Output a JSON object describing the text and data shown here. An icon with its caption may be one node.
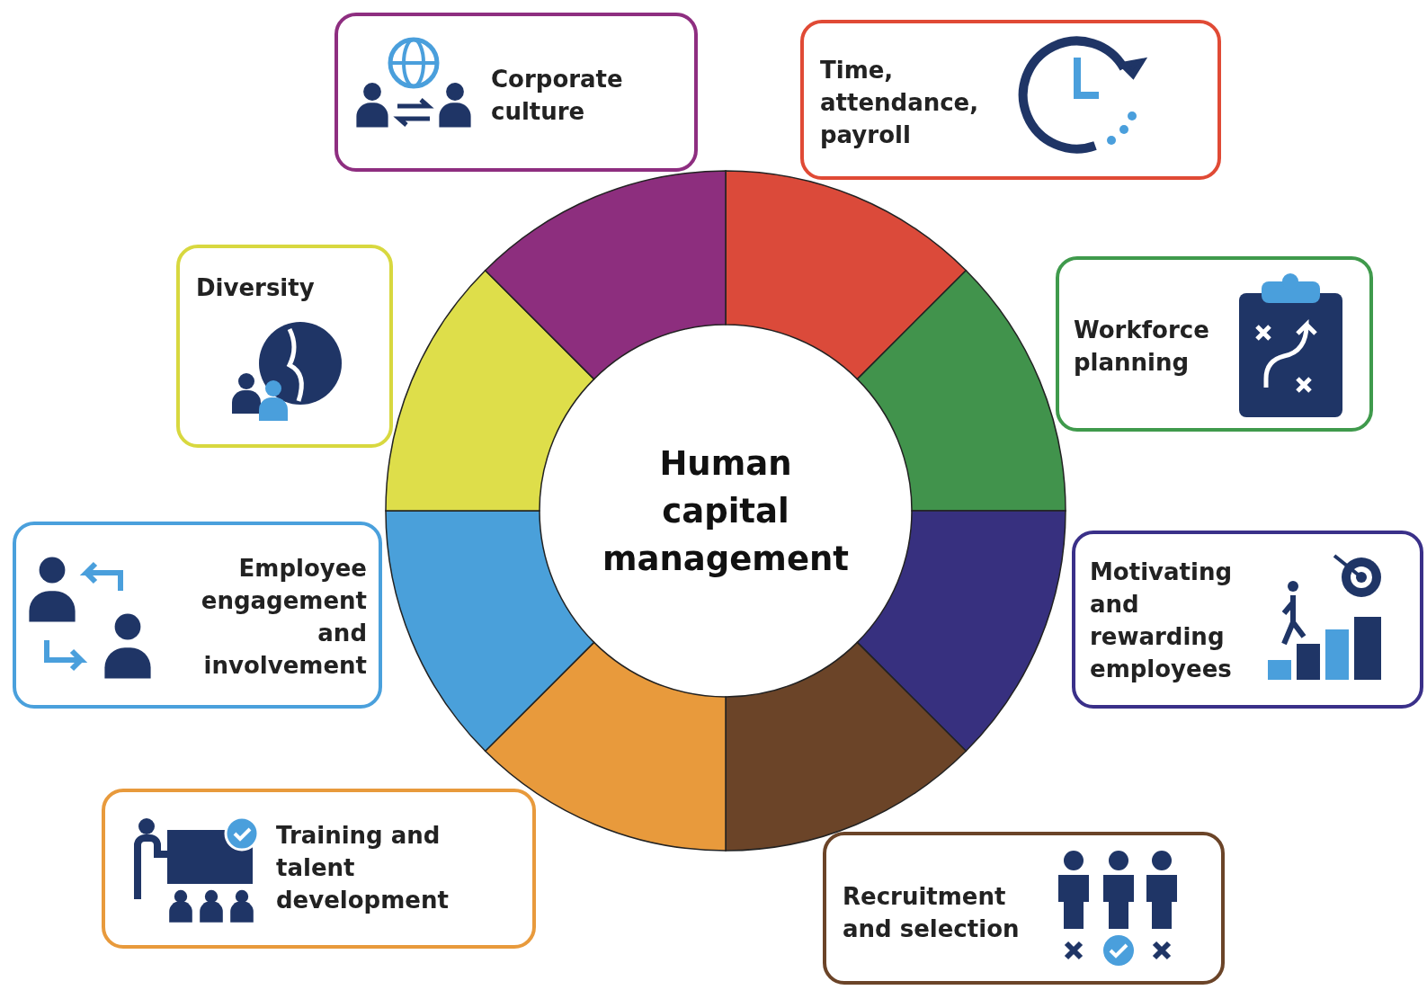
{
  "diagram": {
    "nodes": [
      {
        "text": [
          "Corporate culture"
        ]
      },
      {
        "text": [
          "Time, attendance, payroll"
        ]
      },
      {
        "text": [
          "Diversity"
        ]
      },
      {
        "text": [
          "Workforce planning"
        ]
      },
      {
        "text": [
          "Human capital management"
        ]
      },
      {
        "text": [
          "Employee engagement and involvement"
        ]
      },
      {
        "text": [
          "Motivating and rewarding employees"
        ]
      },
      {
        "text": [
          "Training and talent development"
        ]
      },
      {
        "text": [
          "Recruitment and selection"
        ]
      }
    ]
  }
}
